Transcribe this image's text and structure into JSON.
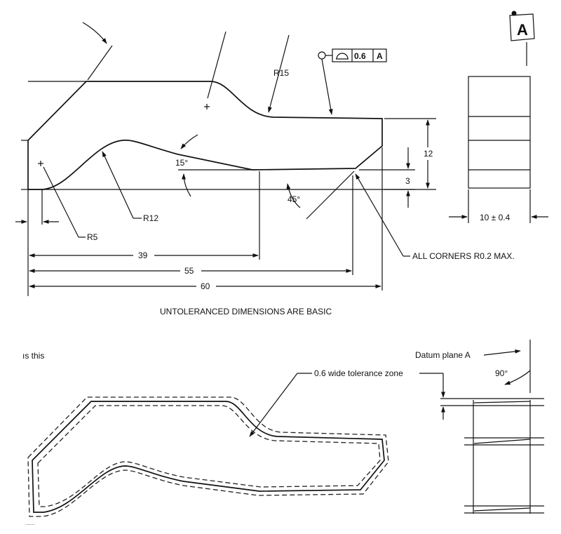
{
  "top_drawing": {
    "datum_label": "A",
    "fcf": {
      "tolerance": "0.6",
      "datum": "A"
    },
    "radii": {
      "r15": "R15",
      "r12": "R12",
      "r5": "R5"
    },
    "angles": {
      "a15": "15°",
      "a45": "45°"
    },
    "dims": {
      "d12": "12",
      "d3": "3",
      "d39": "39",
      "d55": "55",
      "d60": "60",
      "width": "10 ± 0.4"
    },
    "corner_note": "ALL CORNERS R0.2 MAX.",
    "basic_note": "UNTOLERANCED DIMENSIONS ARE BASIC"
  },
  "bottom_drawing": {
    "left_fragment": "ıs this",
    "datum_plane": "Datum plane A",
    "angle": "90°",
    "tolerance_zone": "0.6 wide tolerance zone",
    "footer": "........"
  }
}
